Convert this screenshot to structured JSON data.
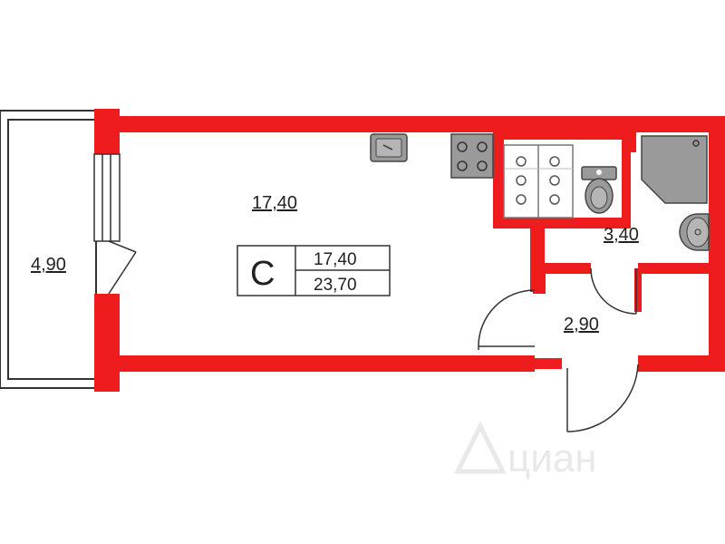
{
  "rooms": {
    "main_area": "17,40",
    "balcony_area": "4,90",
    "bathroom_area": "3,40",
    "hall_area": "2,90"
  },
  "legend": {
    "type_letter": "С",
    "living_area": "17,40",
    "total_area": "23,70"
  },
  "watermark": "циан",
  "colors": {
    "wall": "#ee1c1c",
    "fixture": "#9a9a9a",
    "line": "#333333"
  }
}
